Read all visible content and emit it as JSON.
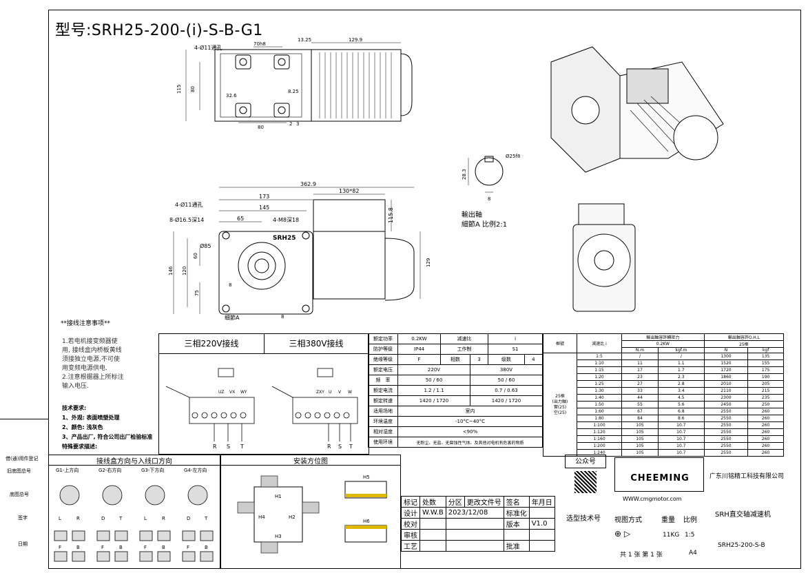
{
  "title": "型号:SRH25-200-(i)-S-B-G1",
  "top_view": {
    "dims": [
      "4-Ø11通孔",
      "70h8",
      "13.25",
      "129.9",
      "115",
      "80",
      "8.25",
      "32.6",
      "80",
      "2",
      "3"
    ]
  },
  "front_view": {
    "dims": [
      "362.9",
      "173",
      "145",
      "65",
      "130*82",
      "115.8",
      "4-Ø11通孔",
      "8-Ø16.5深14",
      "4-M8深18",
      "Ø85",
      "60",
      "146",
      "120",
      "75",
      "8",
      "8",
      "129",
      "细節A"
    ],
    "nameplate": "SRH25"
  },
  "detail": {
    "dims": [
      "Ø25f8",
      "28.3",
      "8"
    ],
    "caption1": "輸出軸",
    "caption2": "細節A 比例2:1"
  },
  "notes": {
    "heading": "**接线注意事项**",
    "lines": [
      "1.若电机接变频器使",
      "用, 接线盒内桥板黄线",
      "须接独立电源,不可使",
      "用变频电源供电.",
      "2.注意根据器上所标注",
      "输入电压."
    ],
    "tech_heading": "技术要求:",
    "tech_lines": [
      "1、外观: 表面喷塑处理",
      "2、颜色: 浅灰色",
      "3、产品出厂, 符合公司出厂检验标准",
      "特殊要求描述:"
    ]
  },
  "wiring": {
    "left_title": "三相220V接线",
    "right_title": "三相380V接线",
    "left_labels": [
      "UZ",
      "VX",
      "WY",
      "R",
      "S",
      "T"
    ],
    "right_labels": [
      "ZXY",
      "U",
      "V",
      "W",
      "R",
      "S",
      "T"
    ]
  },
  "spec_rows": [
    [
      "额定功率",
      "0.2KW",
      "减速比",
      "i"
    ],
    [
      "防护等级",
      "IP44",
      "工作制",
      "S1"
    ],
    [
      "绝缘等级",
      "F",
      "相数",
      "3",
      "级数",
      "4"
    ],
    [
      "额定电压",
      "220V",
      "380V"
    ],
    [
      "频　率",
      "50 / 60",
      "50 / 60"
    ],
    [
      "额定电流",
      "1.2 / 1.1",
      "0.7 / 0.63"
    ],
    [
      "额定转速",
      "1420 / 1720",
      "1420 / 1720"
    ],
    [
      "适用场地",
      "室内"
    ],
    [
      "环境温度",
      "-10°C~40°C"
    ],
    [
      "相对湿度",
      "<90%"
    ],
    [
      "使用环境",
      "无粉尘、无盐、无腐蚀性气体、及其他对电机有危害的物质"
    ]
  ],
  "ratio_table": {
    "h_model": "框號",
    "h_ratio": "減速比 i",
    "h_torque": "輸出軸容許轉矩力",
    "h_power": "0.2KW",
    "h_unit1": "N.m",
    "h_unit2": "kgf.m",
    "h_load": "輸出軸容許O.H.L",
    "h_frame": "25框",
    "h_unit3": "N",
    "h_unit4": "kgf",
    "model_text": [
      "25框",
      "(出力軸)",
      "實(25)",
      "空(25)"
    ],
    "rows": [
      [
        "1:5",
        "/",
        "/",
        "1300",
        "135"
      ],
      [
        "1:10",
        "11",
        "1.1",
        "1520",
        "155"
      ],
      [
        "1:15",
        "17",
        "1.7",
        "1720",
        "175"
      ],
      [
        "1:20",
        "23",
        "2.3",
        "1860",
        "190"
      ],
      [
        "1:25",
        "27",
        "2.8",
        "2010",
        "205"
      ],
      [
        "1:30",
        "33",
        "3.4",
        "2110",
        "215"
      ],
      [
        "1:40",
        "44",
        "4.5",
        "2300",
        "235"
      ],
      [
        "1:50",
        "55",
        "5.6",
        "2450",
        "250"
      ],
      [
        "1:60",
        "67",
        "6.8",
        "2550",
        "260"
      ],
      [
        "1:80",
        "84",
        "8.6",
        "2550",
        "260"
      ],
      [
        "1:100",
        "105",
        "10.7",
        "2550",
        "260"
      ],
      [
        "1:120",
        "105",
        "10.7",
        "2550",
        "260"
      ],
      [
        "1:160",
        "105",
        "10.7",
        "2550",
        "260"
      ],
      [
        "1:200",
        "105",
        "10.7",
        "2550",
        "260"
      ],
      [
        "1:240",
        "105",
        "10.7",
        "2550",
        "260"
      ]
    ]
  },
  "wire_dir": {
    "title": "接线盒方向与入线口方向",
    "cols": [
      "G1-上方向",
      "G2-右方向",
      "G3-下方向",
      "G4-左方向"
    ],
    "lr": [
      "L",
      "R",
      "D",
      "T",
      "L",
      "R",
      "D",
      "T"
    ],
    "fb": [
      "F",
      "B",
      "F",
      "B",
      "F",
      "B",
      "F",
      "B"
    ]
  },
  "install": {
    "title": "安装方位图",
    "labels": [
      "H1",
      "H2",
      "H3",
      "H4",
      "H5",
      "H6"
    ]
  },
  "left_margin": [
    "借(通)用件登记",
    "旧底图总号",
    "底图总号",
    "签字",
    "日期"
  ],
  "title_block": {
    "gzh": "公众号",
    "company": "广东川铭精工科技有限公司",
    "logo": "CHEEMING",
    "url": "WWW.cmgmotor.com",
    "product": "SRH直交轴减速机",
    "code": "SRH25-200-S-B",
    "rev_headers": [
      "标记",
      "处数",
      "分区",
      "更改文件号",
      "签名",
      "年月日"
    ],
    "design": "设计",
    "designer": "W.W.B",
    "date": "2023/12/08",
    "std": "标准化",
    "check": "校对",
    "version_label": "版本",
    "version": "V1.0",
    "review": "审核",
    "process": "工艺",
    "approve": "批准",
    "select": "选型技术号",
    "view": "视图方式",
    "weight_label": "重量",
    "weight": "11KG",
    "scale_label": "比例",
    "scale": "1:5",
    "sheets": "共 1 张 第 1 张",
    "size": "A4"
  }
}
